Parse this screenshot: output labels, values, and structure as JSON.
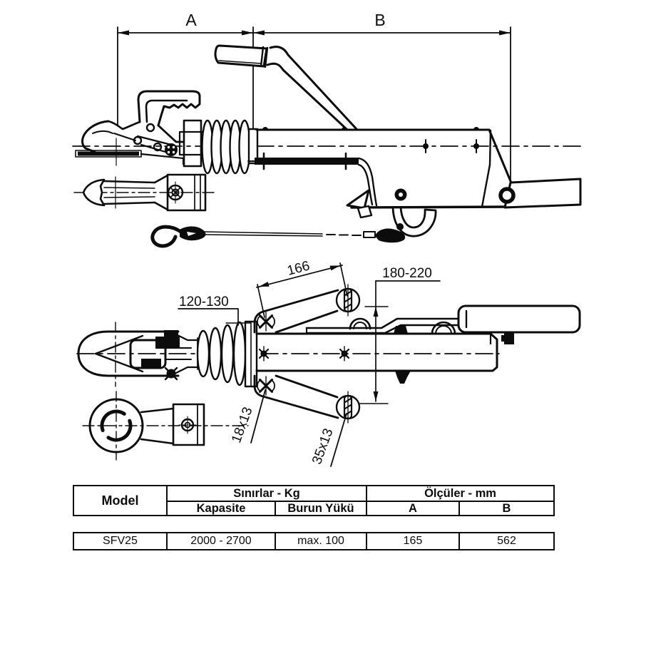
{
  "diagram": {
    "title_hint": "overrun-coupling-technical-drawing",
    "side_view": {
      "dim_a_label": "A",
      "dim_b_label": "B"
    },
    "top_view": {
      "hole_span_diag": "166",
      "handle_height_range": "180-220",
      "clamp_range": "120-130",
      "front_slot_size": "18x13",
      "rear_slot_size": "35x13"
    }
  },
  "table": {
    "headers": {
      "model": "Model",
      "limits_group": "Sınırlar - Kg",
      "capacity": "Kapasite",
      "nose_load": "Burun Yükü",
      "dimensions_group": "Ölçüler - mm",
      "dim_a": "A",
      "dim_b": "B"
    },
    "rows": [
      {
        "model": "SFV25",
        "capacity": "2000 - 2700",
        "nose_load": "max. 100",
        "a": "165",
        "b": "562"
      }
    ]
  },
  "colors": {
    "ink": "#0c0c0c",
    "background": "#ffffff"
  }
}
